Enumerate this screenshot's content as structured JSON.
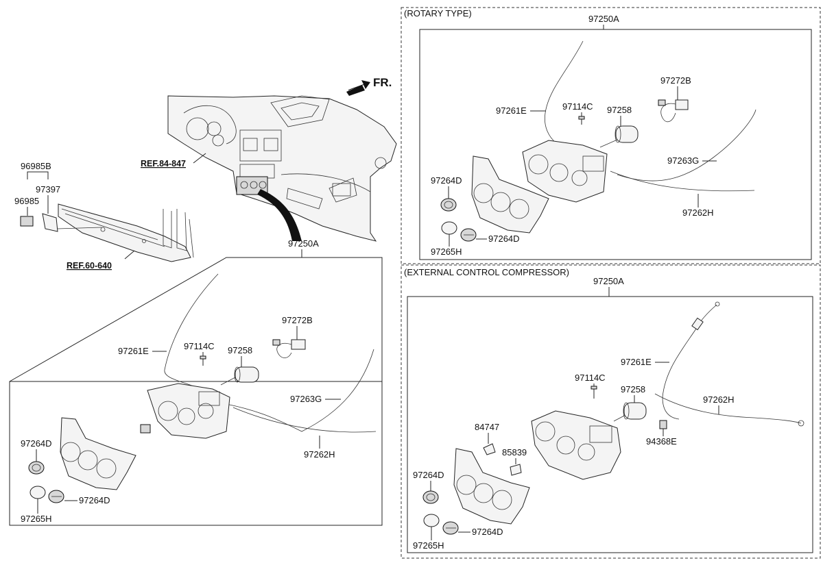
{
  "front_marker": "FR.",
  "left_section": {
    "refs": [
      "REF.84-847",
      "REF.60-640"
    ],
    "bracket_labels": [
      "96985B",
      "97397",
      "96985"
    ],
    "assembly": {
      "main": "97250A",
      "cable_1": "97261E",
      "screw": "97114C",
      "motor": "97258",
      "harness": "97272B",
      "cable_2": "97263G",
      "cable_3": "97262H",
      "knob_a": "97264D",
      "knob_b": "97264D",
      "knob_c": "97265H"
    }
  },
  "rotary_section": {
    "title": "(ROTARY TYPE)",
    "main": "97250A",
    "harness": "97272B",
    "cable_1": "97261E",
    "screw": "97114C",
    "motor": "97258",
    "cable_2": "97263G",
    "knob_a": "97264D",
    "cable_3": "97262H",
    "knob_b": "97264D",
    "knob_c": "97265H"
  },
  "compressor_section": {
    "title": "(EXTERNAL CONTROL COMPRESSOR)",
    "main": "97250A",
    "cable_1": "97261E",
    "screw": "97114C",
    "motor": "97258",
    "cable_3": "97262H",
    "clip_a": "84747",
    "clip_b": "85839",
    "sensor": "94368E",
    "knob_a": "97264D",
    "knob_b": "97264D",
    "knob_c": "97265H"
  }
}
